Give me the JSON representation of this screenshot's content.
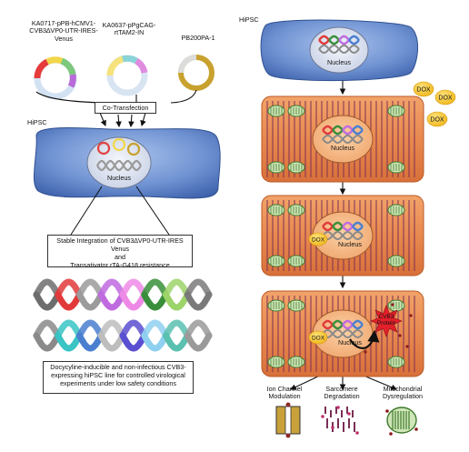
{
  "plasmids": [
    {
      "name": "KA0717-pPB-hCMV1-\nCVB3∆VP0-UTR-IRES-\nVenus"
    },
    {
      "name": "KA0637-pPgCAG-\nrtTAM2-IN"
    },
    {
      "name": "PB200PA-1"
    }
  ],
  "left": {
    "cotransfection": "Co-Transfection",
    "hipsc_label": "HiPSC",
    "nucleus_label": "Nucleus",
    "integration_box": "Stable Integration of CVB3∆VP0-UTR-IRES Venus\nand\nTransativator rTA-G418 resistance",
    "result_box": "Docycyline-inducible and non-infectious CVB3-\nexpressing hiPSC line for controlled virological\nexperiments under low safety conditions"
  },
  "right": {
    "hipsc_label": "HiPSC",
    "nucleus_label": "Nucleus",
    "dox_label": "DOX",
    "protein_label": "CVB3\nProtein",
    "outcomes": [
      {
        "label": "Ion Channel\nModulation"
      },
      {
        "label": "Sarcomere\nDegradation"
      },
      {
        "label": "Mitochondrial\nDysregulation"
      }
    ]
  },
  "colors": {
    "cell_blue": "#5f82c4",
    "cardio_orange": "#e8884f",
    "dox_yellow": "#f6c62b",
    "star_red": "#e3202a",
    "mito_green": "#6aa04a"
  }
}
